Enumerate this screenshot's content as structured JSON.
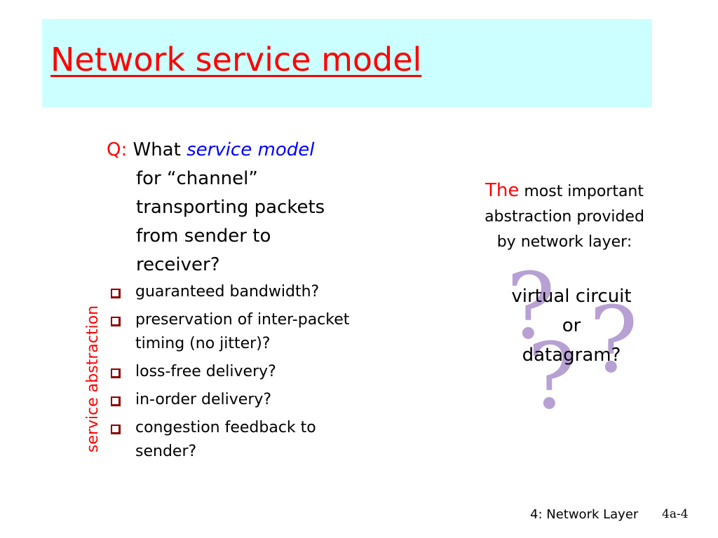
{
  "slide": {
    "title": "Network service model",
    "question": {
      "label": "Q:",
      "text_before": "What",
      "emphasis": "service model",
      "lines": [
        "for “channel”",
        "transporting packets",
        "from sender to",
        "receiver?"
      ]
    },
    "bullets": [
      {
        "lines": [
          "guaranteed bandwidth?"
        ]
      },
      {
        "lines": [
          "preservation of inter-packet",
          "timing (no jitter)?"
        ]
      },
      {
        "lines": [
          "loss-free delivery?"
        ]
      },
      {
        "lines": [
          "in-order delivery?"
        ]
      },
      {
        "lines": [
          "congestion feedback to",
          "sender?"
        ]
      }
    ],
    "vertical_label": "service abstraction",
    "right_note": {
      "lead": "The",
      "line1_rest": " most important",
      "line2": "abstraction provided",
      "line3": "by network layer:"
    },
    "answer": [
      "virtual circuit",
      "or",
      "datagram?"
    ],
    "question_marks": [
      "?",
      "?",
      "?"
    ],
    "footer": {
      "label": "4: Network Layer",
      "page": "4a-4"
    },
    "colors": {
      "title": "#ff0000",
      "title_band": "#ccffff",
      "emphasis": "#0000ff",
      "question_marks": "#b7a0d3",
      "bullet_box": "#8b0000"
    }
  }
}
